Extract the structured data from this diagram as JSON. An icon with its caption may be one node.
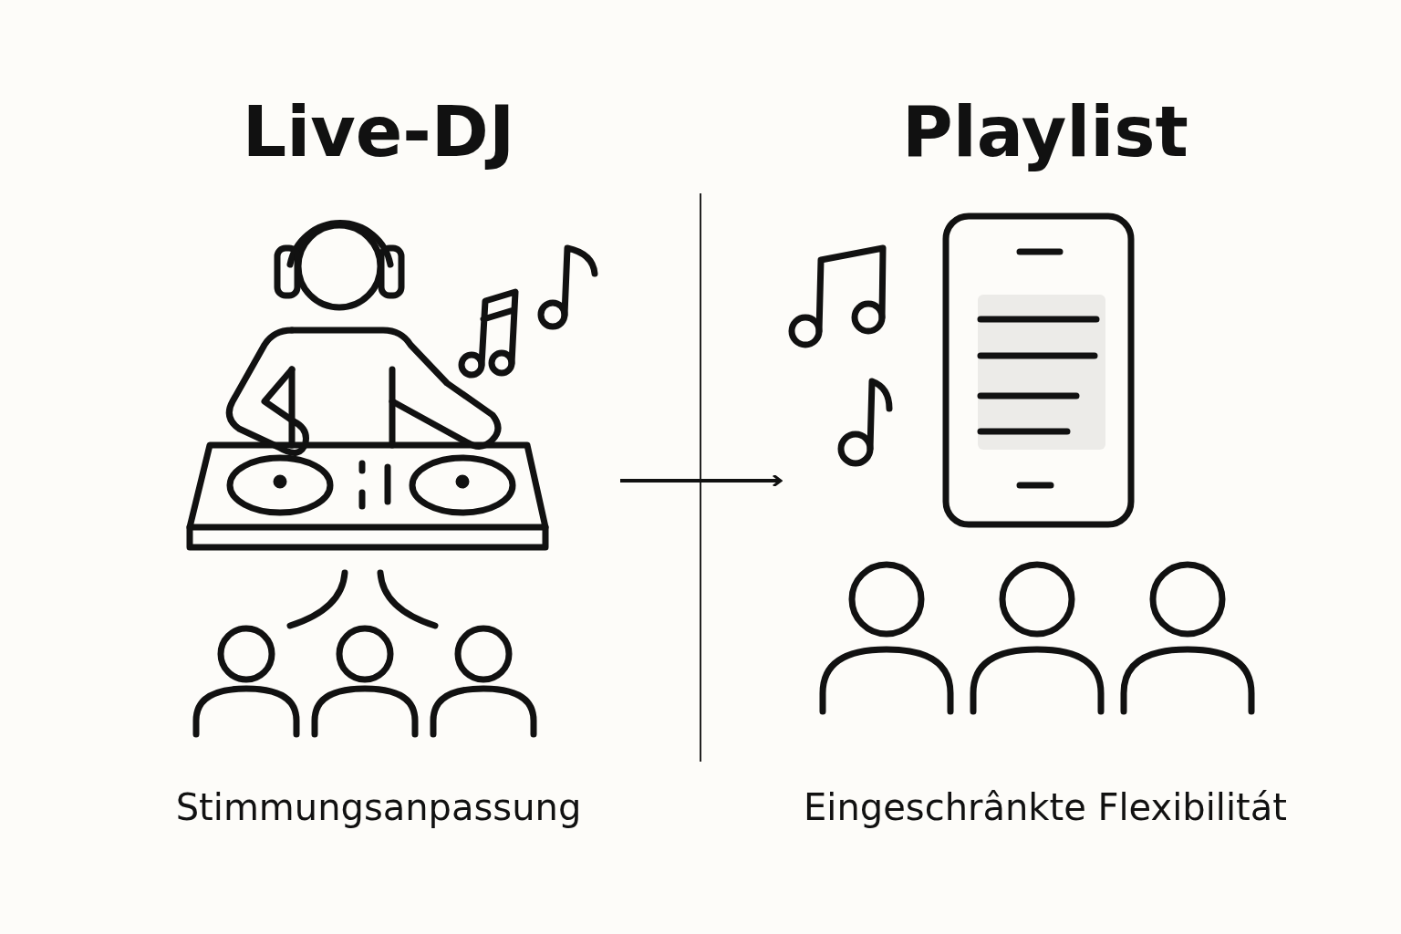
{
  "diagram": {
    "nodes": [
      {
        "text": [
          "Live-DJ",
          "Stimmungsanpassung"
        ]
      },
      {
        "text": [
          "Playlist",
          "Eingeschrânkte Flexibilitát"
        ]
      }
    ],
    "edges": [
      {
        "from": 0,
        "to": 1,
        "arrow": "to"
      }
    ]
  }
}
